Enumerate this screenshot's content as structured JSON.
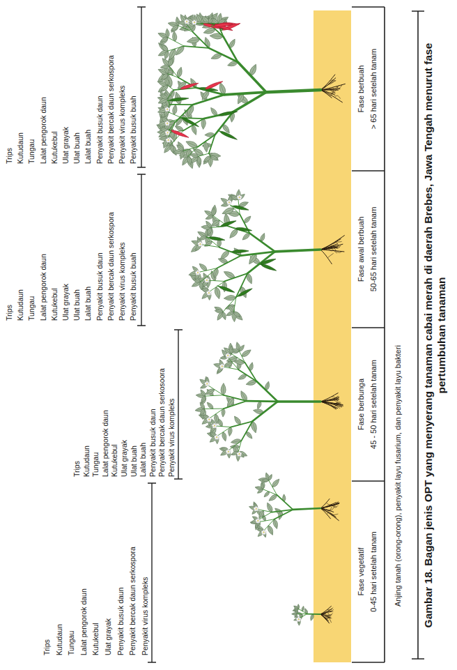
{
  "diagram": {
    "caption": "Gambar 18. Bagan jenis OPT yang menyerang tanaman cabai merah di daerah Brebes, Jawa Tengah menurut fase pertumbuhan tanaman",
    "nodes": [
      {
        "text": [
          "Fase vegetatif",
          "0-45 hari setelah tanam"
        ]
      },
      {
        "text": [
          "Fase berbunga",
          "45 - 50 hari setelah tanam"
        ]
      },
      {
        "text": [
          "Fase awal berbuah",
          "50-65 hari setelah tanam"
        ]
      },
      {
        "text": [
          "Fase berbuah",
          "> 65 hari setelah tanam"
        ]
      }
    ],
    "labels": [
      "Trips",
      "Kutudaun",
      "Tungau",
      "Lalat pengorok daun",
      "Kutukebul",
      "Ulat grayak",
      "Penyakit busuk daun",
      "Penyakit bercak daun serkospora",
      "Penyakit virus kompleks",
      "Trips",
      "Kutudaun",
      "Tungau",
      "Lalat pengorok daun",
      "Kutukebul",
      "Ulat grayak",
      "Ulat buah",
      "Lalat buah",
      "Penyakit busuk daun",
      "Penyakit bercak daun serkosoora",
      "Penyakit virus kompleks",
      "Trips",
      "Kutudaun",
      "Tungau",
      "Lalat pengorok daun",
      "Kutukebul",
      "Ulat grayak",
      "Ulat buah",
      "Lalat buah",
      "Penyakit busuk daun",
      "Penyakit bercak daun serkospora",
      "Penyakit virus kompleks",
      "Penyakit busuk buah",
      "Trips",
      "Kutudaun",
      "Tungau",
      "Lalat pengorok daun",
      "Kutukebul",
      "Ulat grayak",
      "Ulat buah",
      "Lalat buah",
      "Penyakit busuk daun",
      "Penyakit bercak daun serkospora",
      "Penyakit virus kompleks",
      "Penyakit busuk buah",
      "Anjing tanah (orong-orong),  penyakit layu fusarium, dan penyakit  layu bakteri"
    ]
  }
}
